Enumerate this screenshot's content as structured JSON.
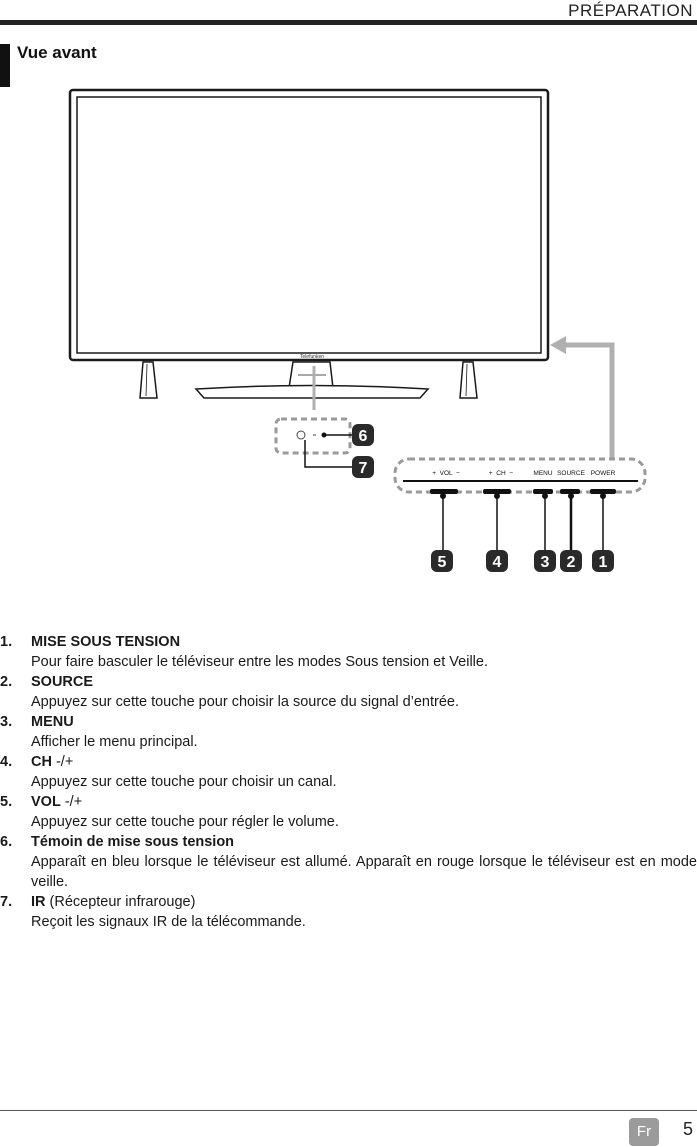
{
  "header": {
    "title": "PRÉPARATION"
  },
  "section": {
    "title": "Vue avant"
  },
  "diagram": {
    "brand_label": "Telefunken",
    "control_labels": [
      "+  VOL  −",
      "+  CH  −",
      "MENU",
      "SOURCE",
      "POWER"
    ],
    "callouts": [
      "1",
      "2",
      "3",
      "4",
      "5",
      "6",
      "7"
    ],
    "callout_color": "#2a2a2a",
    "arrow_color": "#b0b0b0"
  },
  "items": [
    {
      "num": "1.",
      "title": "MISE SOUS TENSION",
      "suffix": "",
      "desc": "Pour faire basculer le téléviseur entre les modes Sous tension et Veille."
    },
    {
      "num": "2.",
      "title": "SOURCE",
      "suffix": "",
      "desc": "Appuyez sur cette touche pour choisir la source du signal d’entrée."
    },
    {
      "num": "3.",
      "title": "MENU",
      "suffix": "",
      "desc": "Afficher le menu principal."
    },
    {
      "num": "4.",
      "title": "CH",
      "suffix": " -/+",
      "desc": "Appuyez sur cette touche pour choisir un canal."
    },
    {
      "num": "5.",
      "title": "VOL",
      "suffix": " -/+",
      "desc": "Appuyez sur cette touche pour régler le volume."
    },
    {
      "num": "6.",
      "title": "Témoin de mise sous tension",
      "suffix": "",
      "desc": "Apparaît en bleu lorsque le téléviseur est allumé. Apparaît en rouge lorsque le téléviseur est en mode veille."
    },
    {
      "num": "7.",
      "title": "IR",
      "suffix": " (Récepteur infrarouge)",
      "desc": "Reçoit les signaux IR de la télécommande."
    }
  ],
  "footer": {
    "language": "Fr",
    "page_number": "5"
  }
}
